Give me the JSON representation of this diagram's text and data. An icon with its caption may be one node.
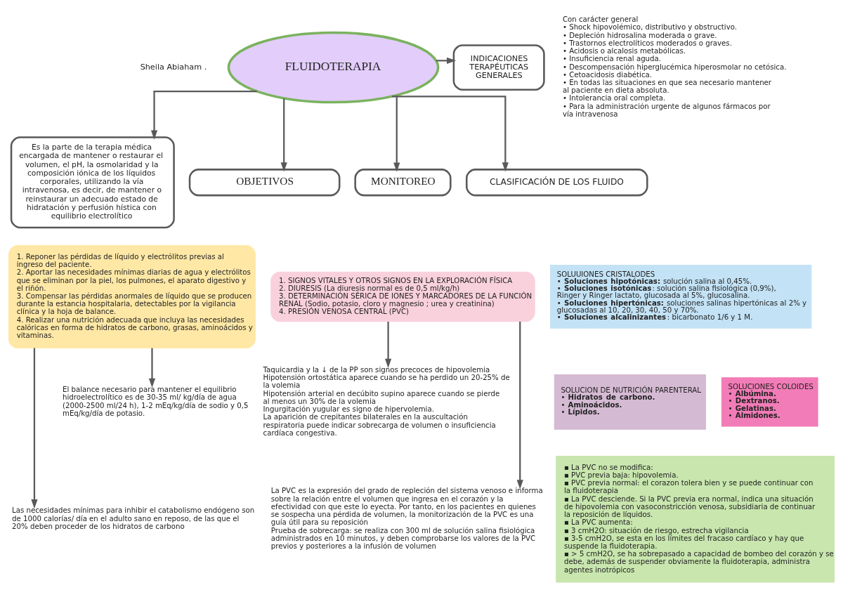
{
  "diagram": {
    "nodes": [
      {
        "text": [
          "FLUIDOTERAPIA"
        ]
      },
      {
        "text": [
          "Es la parte de la terapia médica encargada de mantener o restaurar el volumen, el pH, la osmolaridad y la composición iónica de los líquidos corporales, utilizando la vía intravenosa, es decir, de mantener o reinstaurar un adecuado estado de hidratación y perfusión hística con equilibrio electrolítico"
        ]
      },
      {
        "text": [
          "OBJETIVOS"
        ]
      },
      {
        "text": [
          "INDICACIONES TERAPÉUTICAS GENERALES"
        ],
        "beside": [
          "Con carácter general",
          "• Shock hipovolémico, distributivo y obstructivo.",
          "• Depleción hidrosalina moderada o grave.",
          "• Trastornos electrolíticos moderados o graves.",
          "• Acidosis o alcalosis metabólicas.",
          "• Insuficiencia renal aguda.",
          "• Descompensación hiperglucémica hiperosmolar no cetósica.",
          "• Cetoacidosis diabética.",
          "• En todas las situaciones en que sea necesario mantener al paciente en dieta absoluta.",
          "• Intolerancia oral completa.",
          "• Para la administración urgente de algunos fármacos por vía intravenosa"
        ]
      },
      {
        "text": [
          "CLASIFICACIÓN DE LOS FLUIDO"
        ]
      },
      {
        "text": [
          "1. Reponer las pérdidas de líquido y electrólitos previas al ingreso del paciente.",
          "2. Aportar las necesidades mínimas diarias de agua y electrólitos que se eliminan por la piel, los pulmones, el aparato digestivo y el riñón.",
          "3. Compensar las pérdidas anormales de líquido que se producen durante la estancia hospitalaria, detectables por la vigilancia clínica y la hoja de balance.",
          "4. Realizar una nutrición adecuada que incluya las necesidades calóricas en forma de hidratos de carbono, grasas, aminoácidos y vitaminas."
        ]
      },
      {
        "text": [
          "El balance necesario para mantener el equilibrio hidroelectrolítico es de 30-35 ml/ kg/día de agua (2000-2500 ml/24 h), 1-2 mEq/kg/día de sodio y 0,5 mEq/kg/día de potasio."
        ]
      },
      {
        "text": [
          "Las necesidades mínimas para inhibir el catabolismo endógeno son de 1000 calorías/ día en el adulto sano en reposo, de las que el 20% deben proceder de los hidratos de carbono"
        ]
      },
      {
        "text": [
          "SOLUUIONES CRISTALODES",
          "• **Soluciones hipotónicas:** solución salina al 0,45%.",
          "• **Soluciones isotónicas**: solución salina fisiológica (0,9%), Ringer y Ringer lactato, glucosada al 5%, glucosalina.",
          "• **Soluciones hipertónicas:** soluciones salinas hipertónicas al 2% y glucosadas al 10, 20, 30, 40, 50 y 70%.",
          "• **Soluciones alcalinizantes**: bicarbonato 1/6 y 1 M."
        ]
      },
      {
        "text": [
          "SOLUCION DE NUTRICIÓN PARENTERAL",
          "• **Hidratos de carbono.**",
          "• **Aminoácidos.**",
          "• **Lípidos.**"
        ]
      },
      {
        "text": [
          "SOLUCIONES COLOIDES",
          "• **Albúmina.**",
          "• **Dextranos.**",
          "• **Gelatinas.**",
          "• **Almidones.**"
        ]
      },
      {
        "text": [
          "MONITOREO"
        ]
      },
      {
        "text": [
          "1. SIGNOS VITALES Y OTROS SIGNOS EN LA EXPLORACIÓN FÍSICA",
          "2. DIURESIS (La diuresis normal es de 0,5 ml/kg/h)",
          "3. DETERMINACIÓN SÉRICA DE IONES Y MARCADORES DE LA FUNCIÓN RENAL (Sodio, potasio, cloro y magnesio ; urea y creatinina)",
          "4. PRESIÓN VENOSA CENTRAL (PVC)"
        ]
      },
      {
        "text": [
          "Taquicardia y la ↓ de la PP son signos precoces de hipovolemia",
          "Hipotensión ortostática aparece cuando se ha perdido un 20-25% de la volemia",
          "Hipotensión arterial en decúbito supino aparece cuando se pierde al menos un 30% de la volemia",
          "Ingurgitación yugular es signo de hipervolemia.",
          "La aparición de crepitantes bilaterales en la auscultación respiratoria puede indicar sobrecarga de volumen o insuficiencia cardíaca congestiva."
        ]
      },
      {
        "text": [
          "La PVC es la expresión del grado de repleción del sistema venoso e informa sobre la relación entre el volumen que ingresa en el corazón y la efectividad con que este lo eyecta. Por tanto, en los pacientes en quienes se sospecha una pérdida de volumen, la monitorización de la PVC es una guía útil para su reposición",
          "Prueba de sobrecarga: se realiza con 300 ml de solución salina fisiológica administrados en 10 minutos, y deben comprobarse los valores de la PVC previos y posteriores a la infusión de volumen"
        ]
      },
      {
        "text": [
          "▪ La PVC no se modifica:",
          "▪ PVC previa baja: hipovolemia.",
          "▪ PVC previa normal: el corazon tolera bien y se puede continuar con la fluidoterapia",
          "▪ La PVC desciende. Si la PVC previa era normal, indica una situación de hipovolemia con vasoconstricción venosa, subsidiaria de continuar la reposición de líquidos.",
          "▪ La PVC aumenta:",
          "▪ 3 cmH2O: situación de riesgo, estrecha vigilancia",
          "▪ 3-5 cmH2O, se esta en los límites del fracaso cardíaco y hay que suspende la fluidoterapia.",
          "▪ > 5 cmH2O, se ha sobrepasado a capacidad de bombeo del corazón y se debe, además de suspender obviamente la fluidoterapia, administra agentes inotrópicos"
        ]
      }
    ],
    "edges": [
      {
        "from": 0,
        "to": 1,
        "arrow": "to"
      },
      {
        "from": 0,
        "to": 2,
        "arrow": "to"
      },
      {
        "from": 0,
        "to": 3,
        "arrow": "to"
      },
      {
        "from": 0,
        "to": 4,
        "arrow": "to"
      },
      {
        "from": 0,
        "to": 11,
        "arrow": "to"
      },
      {
        "from": 5,
        "to": 6,
        "arrow": "to"
      },
      {
        "from": 5,
        "to": 7,
        "arrow": "to"
      },
      {
        "from": 12,
        "to": 13,
        "arrow": "to"
      },
      {
        "from": 12,
        "to": 14,
        "arrow": "to"
      }
    ],
    "labels": [
      "Sheila Abiaham ."
    ]
  }
}
